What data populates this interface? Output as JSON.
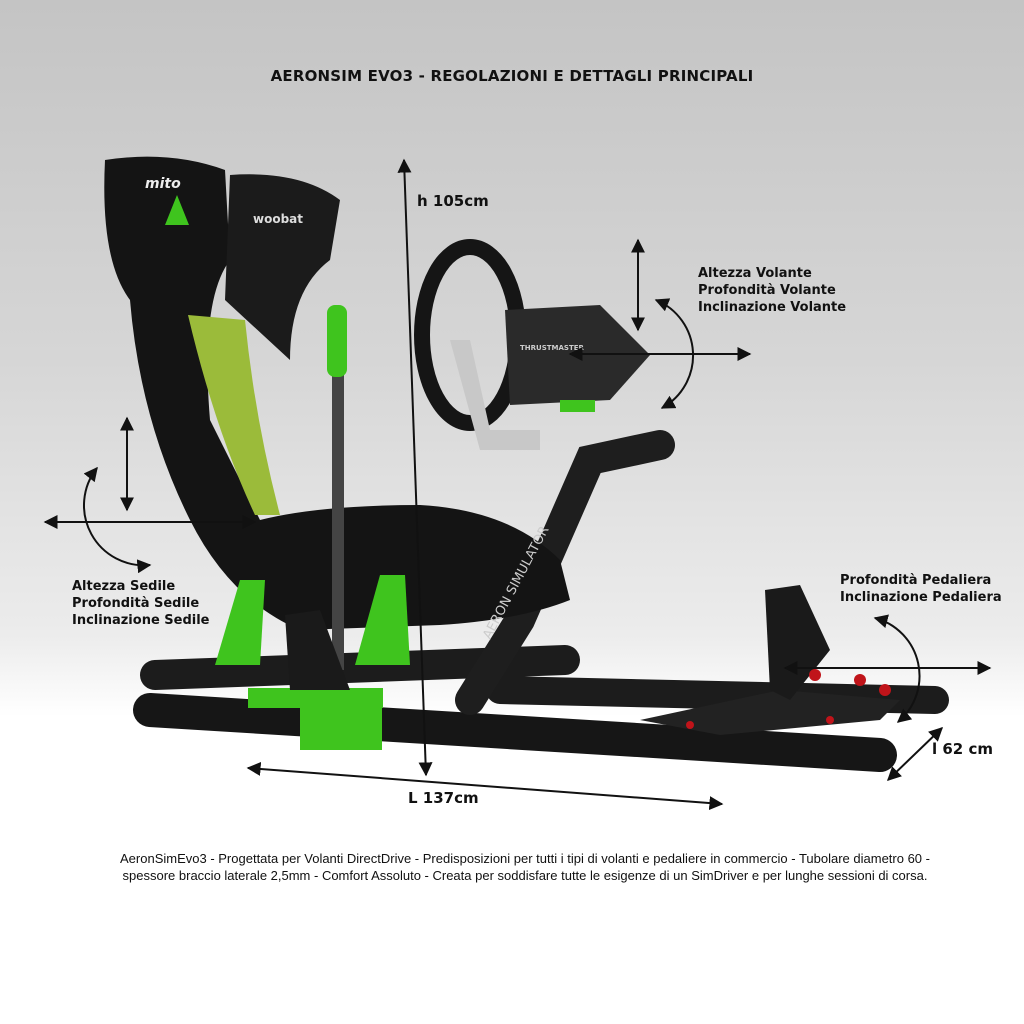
{
  "title": "AERONSIM EVO3 - REGOLAZIONI E DETTAGLI PRINCIPALI",
  "dimensions": {
    "height": "h 105cm",
    "length": "L 137cm",
    "width": "l 62 cm"
  },
  "annotations": {
    "wheel": [
      "Altezza Volante",
      "Profondità Volante",
      "Inclinazione Volante"
    ],
    "seat": [
      "Altezza Sedile",
      "Profondità Sedile",
      "Inclinazione Sedile"
    ],
    "pedals": [
      "Profondità Pedaliera",
      "Inclinazione Pedaliera"
    ]
  },
  "description": "AeronSimEvo3 - Progettata per Volanti DirectDrive - Predisposizioni per tutti i tipi di volanti e pedaliere in commercio - Tubolare diametro 60 - spessore braccio laterale 2,5mm - Comfort Assoluto - Creata per soddisfare tutte le esigenze di un SimDriver e per lunghe sessioni di corsa.",
  "logos": [
    "mito",
    "woobat",
    "THRUSTMASTER",
    "AERON SIMULATOR"
  ],
  "colors": {
    "accent_green": "#3fc41e",
    "frame": "#1a1a1a",
    "seat_insert": "#9bbb3a",
    "pedal_red": "#c0141a"
  }
}
